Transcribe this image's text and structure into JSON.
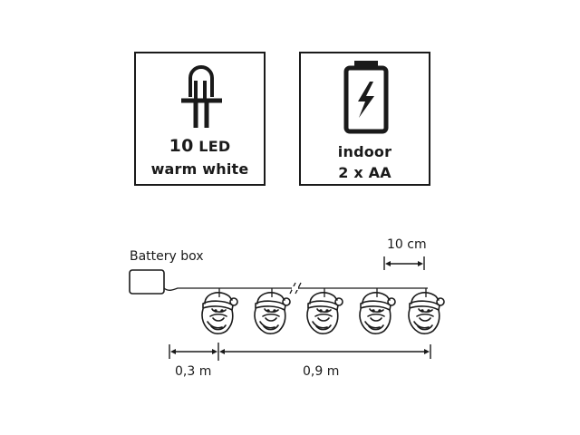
{
  "led_card": {
    "count": "10",
    "unit": "LED",
    "color_label": "warm white"
  },
  "battery_card": {
    "location": "indoor",
    "batteries": "2 x AA"
  },
  "diagram": {
    "battery_box_label": "Battery box",
    "spacing_label": "10 cm",
    "lead_length_label": "0,3 m",
    "string_length_label": "0,9 m",
    "light_count_shown": 5,
    "light_shape": "santa-head-icon"
  }
}
